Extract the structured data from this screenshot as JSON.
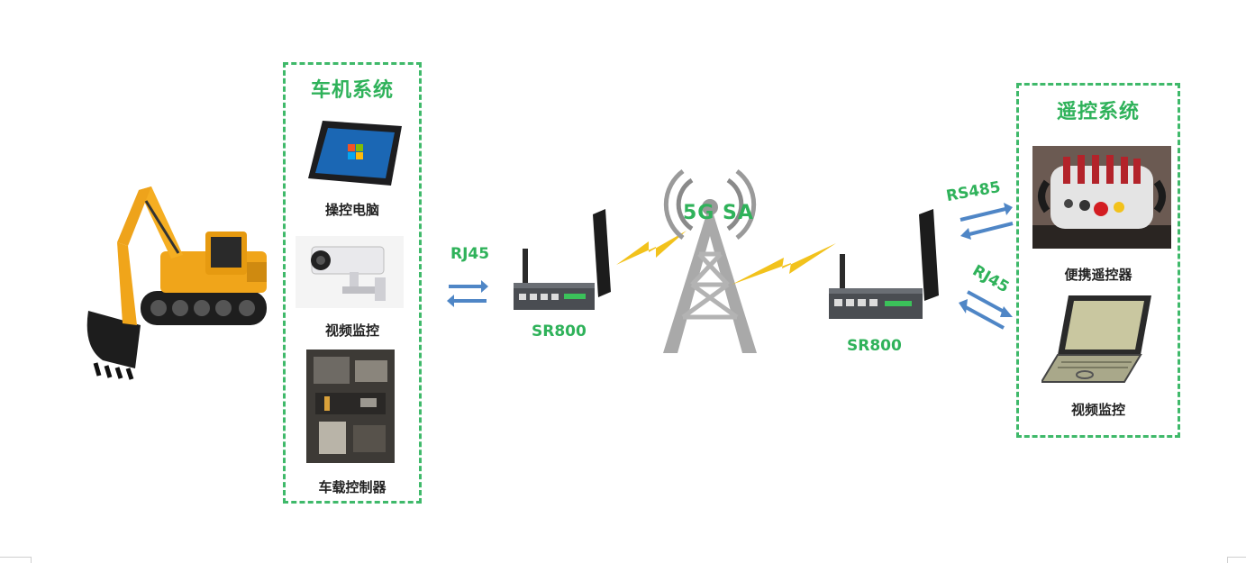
{
  "vehicle_system": {
    "title": "车机系统",
    "devices": [
      {
        "label": "操控电脑",
        "icon": "tablet-icon"
      },
      {
        "label": "视频监控",
        "icon": "camera-icon"
      },
      {
        "label": "车载控制器",
        "icon": "controller-icon"
      }
    ]
  },
  "remote_system": {
    "title": "遥控系统",
    "devices": [
      {
        "label": "便携遥控器",
        "icon": "remote-control-icon"
      },
      {
        "label": "视频监控",
        "icon": "laptop-icon"
      }
    ]
  },
  "links": {
    "left": "RJ45",
    "right_top": "RS485",
    "right_bottom": "RJ45"
  },
  "routers": {
    "left": "SR800",
    "right": "SR800"
  },
  "tower": {
    "label": "5G SA"
  },
  "colors": {
    "accent_green": "#2fb25a",
    "arrow_blue": "#4f86c6",
    "signal_yellow": "#f2c21c"
  }
}
